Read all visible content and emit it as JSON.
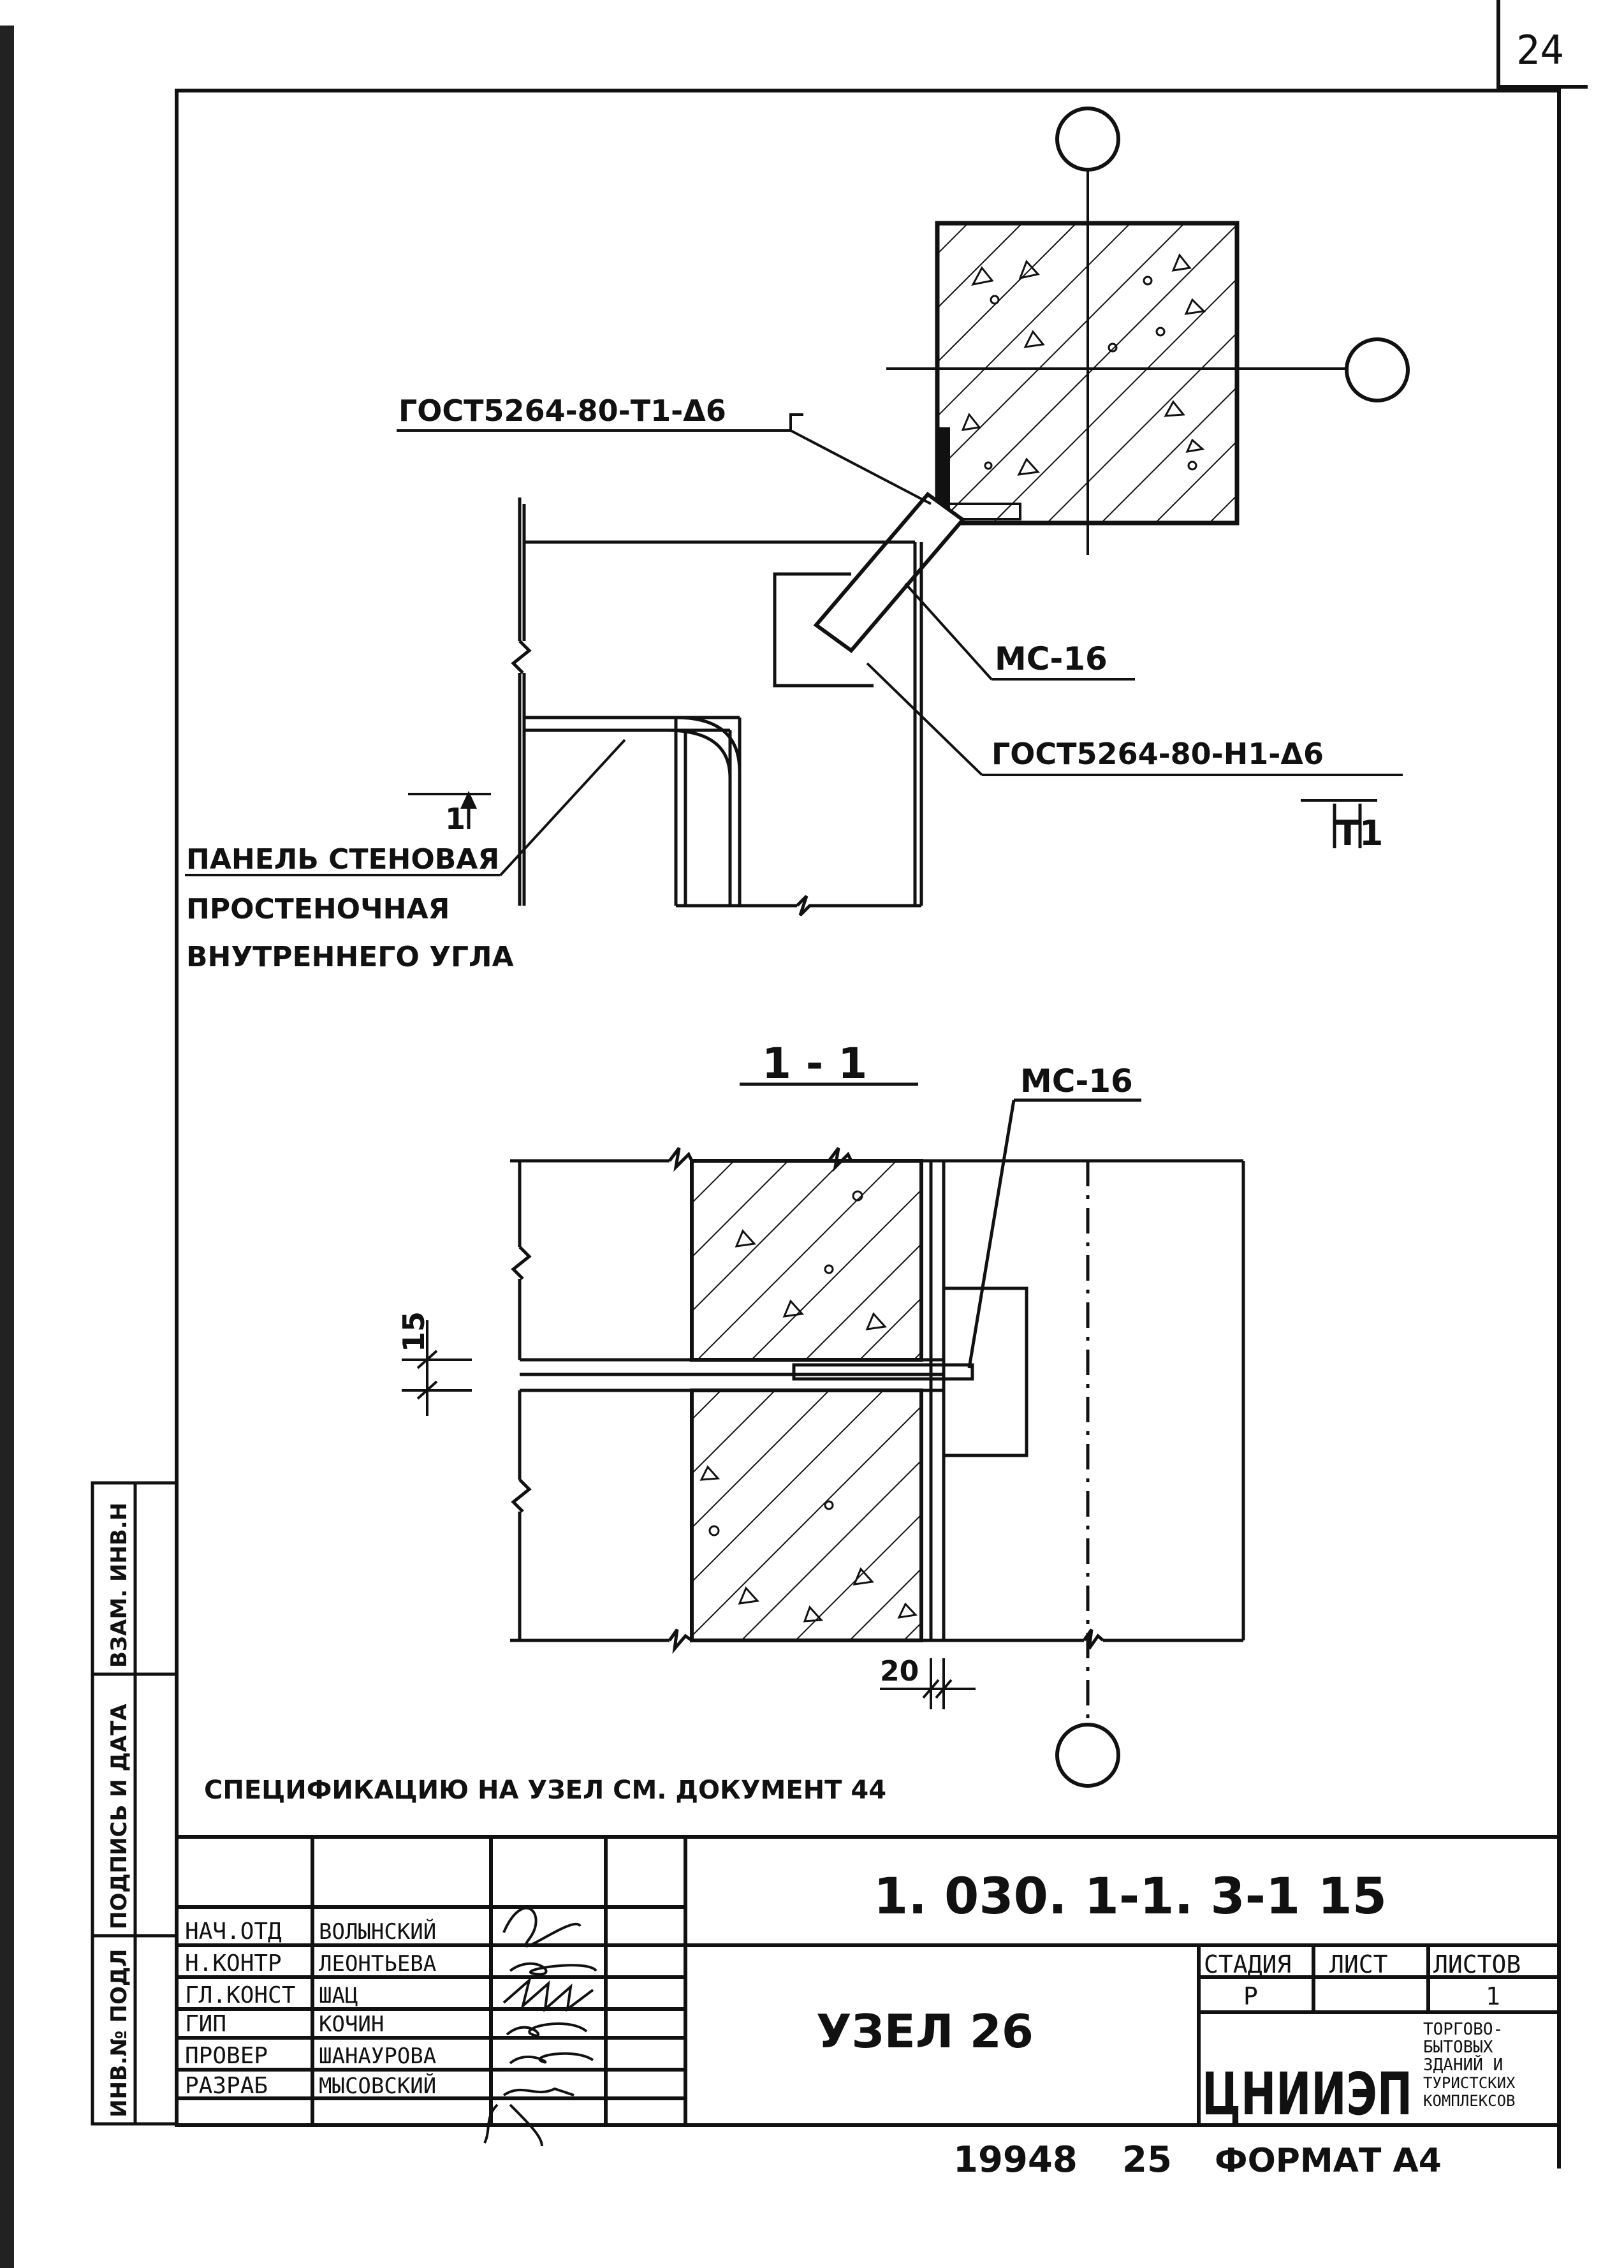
{
  "sheet": {
    "page_number": "24",
    "format_label": "ФОРМАТ А4",
    "inventory_left": "19948",
    "inventory_right": "25",
    "spec_note": "СПЕЦИФИКАЦИЮ НА УЗЕЛ СМ. ДОКУМЕНТ 44"
  },
  "plan": {
    "weld_label_1": "ГОСТ5264-80-Т1-Δ6",
    "weld_label_2": "ГОСТ5264-80-Н1-Δ6",
    "weld_label_2_sub": "Т1",
    "part_label": "МС-16",
    "section_mark": "1",
    "panel_label_1": "ПАНЕЛЬ СТЕНОВАЯ",
    "panel_label_2": "ПРОСТЕНОЧНАЯ",
    "panel_label_3": "ВНУТРЕННЕГО УГЛА"
  },
  "section": {
    "title": "1 - 1",
    "part_label": "МС-16",
    "dim_vertical": "15",
    "dim_horizontal": "20"
  },
  "side_stamp": {
    "cells": [
      "ИНВ.№ ПОДЛ",
      "ПОДПИСЬ И ДАТА",
      "ВЗАМ. ИНВ.Н"
    ]
  },
  "title_block": {
    "doc_code": "1. 030. 1-1. 3-1 15",
    "drawing_title": "УЗЕЛ 26",
    "roles": [
      "НАЧ.ОТД",
      "Н.КОНТР",
      "ГЛ.КОНСТ",
      "ГИП",
      "ПРОВЕР",
      "РАЗРАБ"
    ],
    "names": [
      "ВОЛЫНСКИЙ",
      "ЛЕОНТЬЕВА",
      "ШАЦ",
      "КОЧИН",
      "ШАНАУРОВА",
      "МЫСОВСКИЙ"
    ],
    "col_stage": "СТАДИЯ",
    "col_sheet": "ЛИСТ",
    "col_sheets": "ЛИСТОВ",
    "stage_value": "Р",
    "sheets_value": "1",
    "org_name": "ЦНИИЭП",
    "org_sub_1": "ТОРГОВО-",
    "org_sub_2": "БЫТОВЫХ",
    "org_sub_3": "ЗДАНИЙ И",
    "org_sub_4": "ТУРИСТСКИХ",
    "org_sub_5": "КОМПЛЕКСОВ"
  }
}
